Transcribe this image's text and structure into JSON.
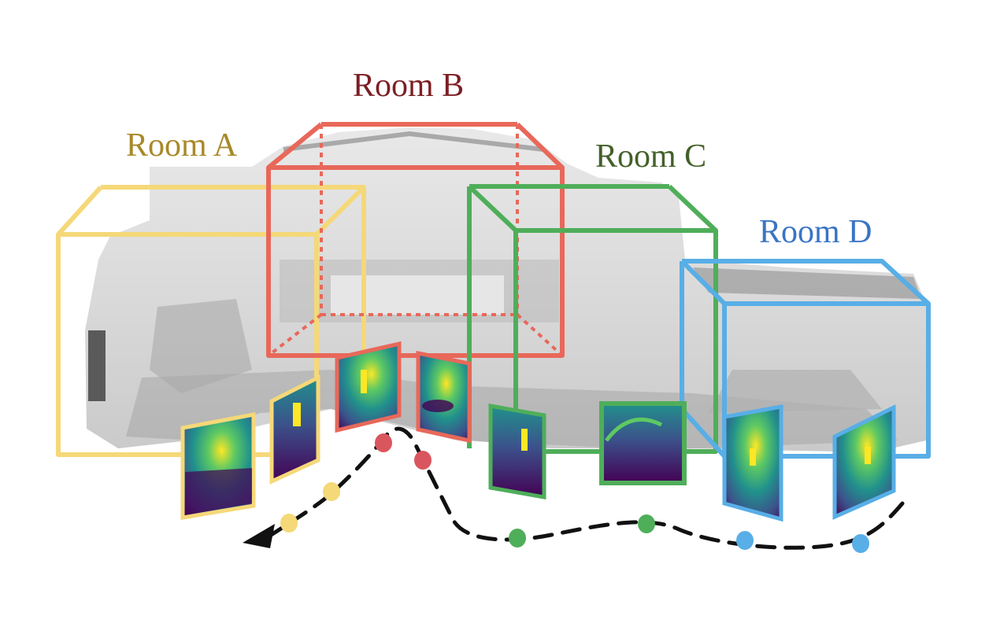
{
  "rooms": [
    {
      "label": "Room A",
      "label_color": "#a8892a",
      "box_color": "#f5d878",
      "view_count": 2
    },
    {
      "label": "Room B",
      "label_color": "#7c1f24",
      "box_color": "#e8685a",
      "view_count": 2
    },
    {
      "label": "Room C",
      "label_color": "#44602a",
      "box_color": "#4fae5a",
      "view_count": 2
    },
    {
      "label": "Room D",
      "label_color": "#3a74c4",
      "box_color": "#58aee6",
      "view_count": 2
    }
  ],
  "trajectory": {
    "line_color": "#111111",
    "style": "dashed",
    "arrow_direction": "left"
  },
  "depth_colormap": [
    "#440154",
    "#3b528b",
    "#21918c",
    "#5ec962",
    "#fde725"
  ],
  "building_color": "#c8c8c8"
}
